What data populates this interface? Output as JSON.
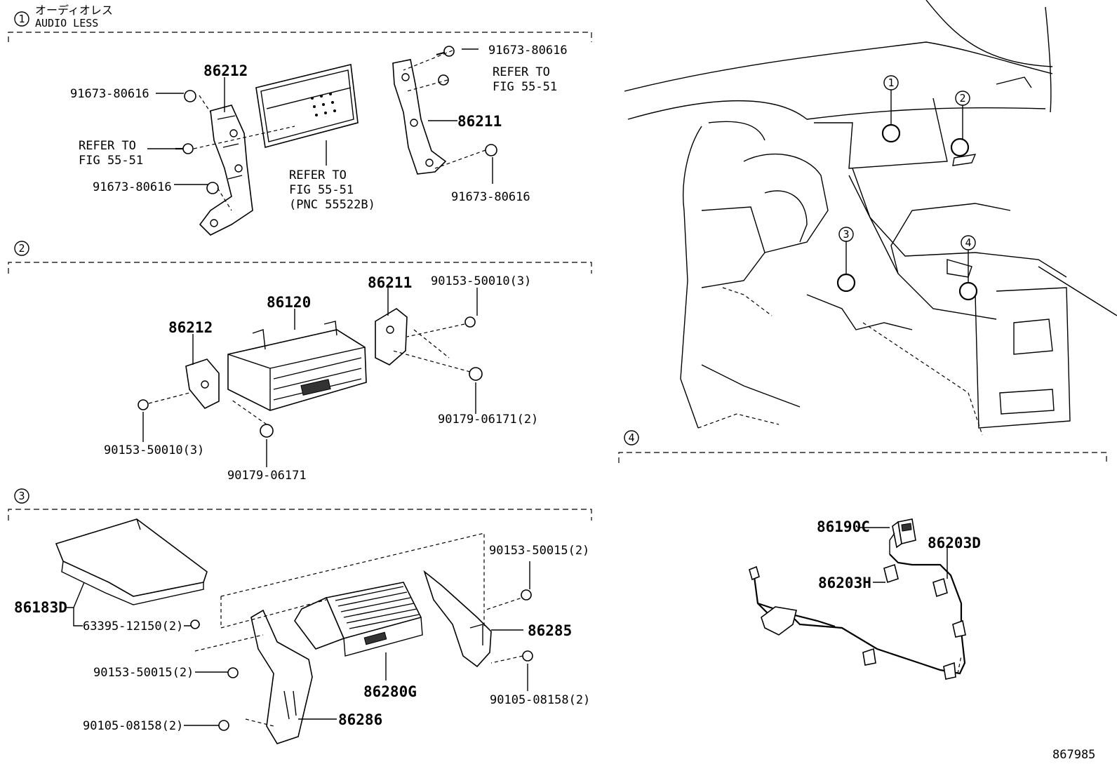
{
  "sections": {
    "s1": {
      "num": "1",
      "title_jp": "オーディオレス",
      "title_en": "AUDIO LESS"
    },
    "s2": {
      "num": "2"
    },
    "s3": {
      "num": "3"
    },
    "s4": {
      "num": "4"
    }
  },
  "callouts": {
    "c1": "1",
    "c2": "2",
    "c3": "3",
    "c4": "4"
  },
  "s1_labels": {
    "p86212": "86212",
    "p86211": "86211",
    "bolt_top_right": "91673-80616",
    "bolt_left_top": "91673-80616",
    "bolt_left_bottom": "91673-80616",
    "bolt_right_bottom": "91673-80616",
    "refer_left_1": "REFER TO",
    "refer_left_2": "FIG 55-51",
    "refer_center_1": "REFER TO",
    "refer_center_2": "FIG 55-51",
    "refer_center_3": "(PNC 55522B)",
    "refer_right_1": "REFER TO",
    "refer_right_2": "FIG 55-51"
  },
  "s2_labels": {
    "p86211": "86211",
    "p86120": "86120",
    "p86212": "86212",
    "screw_right": "90153-50010(3)",
    "screw_left": "90153-50010(3)",
    "nut_right": "90179-06171(2)",
    "nut_bottom": "90179-06171"
  },
  "s3_labels": {
    "p86183D": "86183D",
    "clip": "63395-12150(2)",
    "screw_top_right": "90153-50015(2)",
    "screw_left": "90153-50015(2)",
    "p86285": "86285",
    "bolt_right": "90105-08158(2)",
    "p86280G": "86280G",
    "bolt_left": "90105-08158(2)",
    "p86286": "86286"
  },
  "s4_labels": {
    "p86190C": "86190C",
    "p86203D": "86203D",
    "p86203H": "86203H"
  },
  "footer": {
    "diagram_id": "867985"
  }
}
